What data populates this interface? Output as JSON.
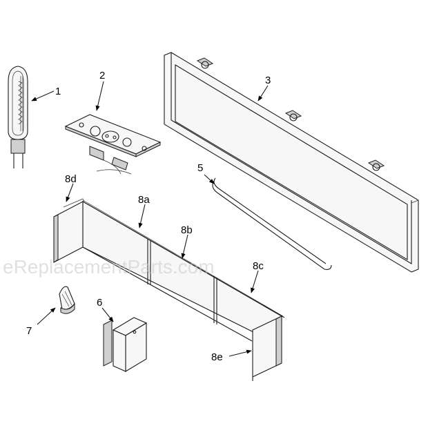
{
  "diagram": {
    "watermark": "eReplacementParts.com",
    "callouts": {
      "c1": "1",
      "c2": "2",
      "c3": "3",
      "c5": "5",
      "c6": "6",
      "c7": "7",
      "c8a": "8a",
      "c8b": "8b",
      "c8c": "8c",
      "c8d": "8d",
      "c8e": "8e"
    }
  }
}
